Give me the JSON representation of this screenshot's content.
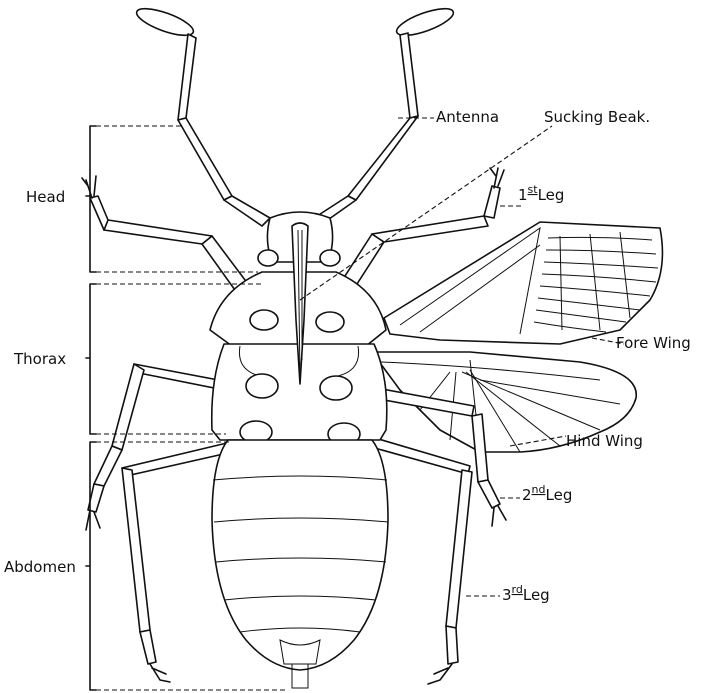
{
  "labels": {
    "antenna": "Antenna",
    "sucking_beak": "Sucking Beak.",
    "head": "Head",
    "first_leg_num": "1",
    "first_leg_sup": "st",
    "first_leg_word": "Leg",
    "fore_wing": "Fore Wing",
    "thorax": "Thorax",
    "hind_wing": "Hind Wing",
    "second_leg_num": "2",
    "second_leg_sup": "nd",
    "second_leg_word": "Leg",
    "abdomen": "Abdomen",
    "third_leg_num": "3",
    "third_leg_sup": "rd",
    "third_leg_word": "Leg"
  }
}
